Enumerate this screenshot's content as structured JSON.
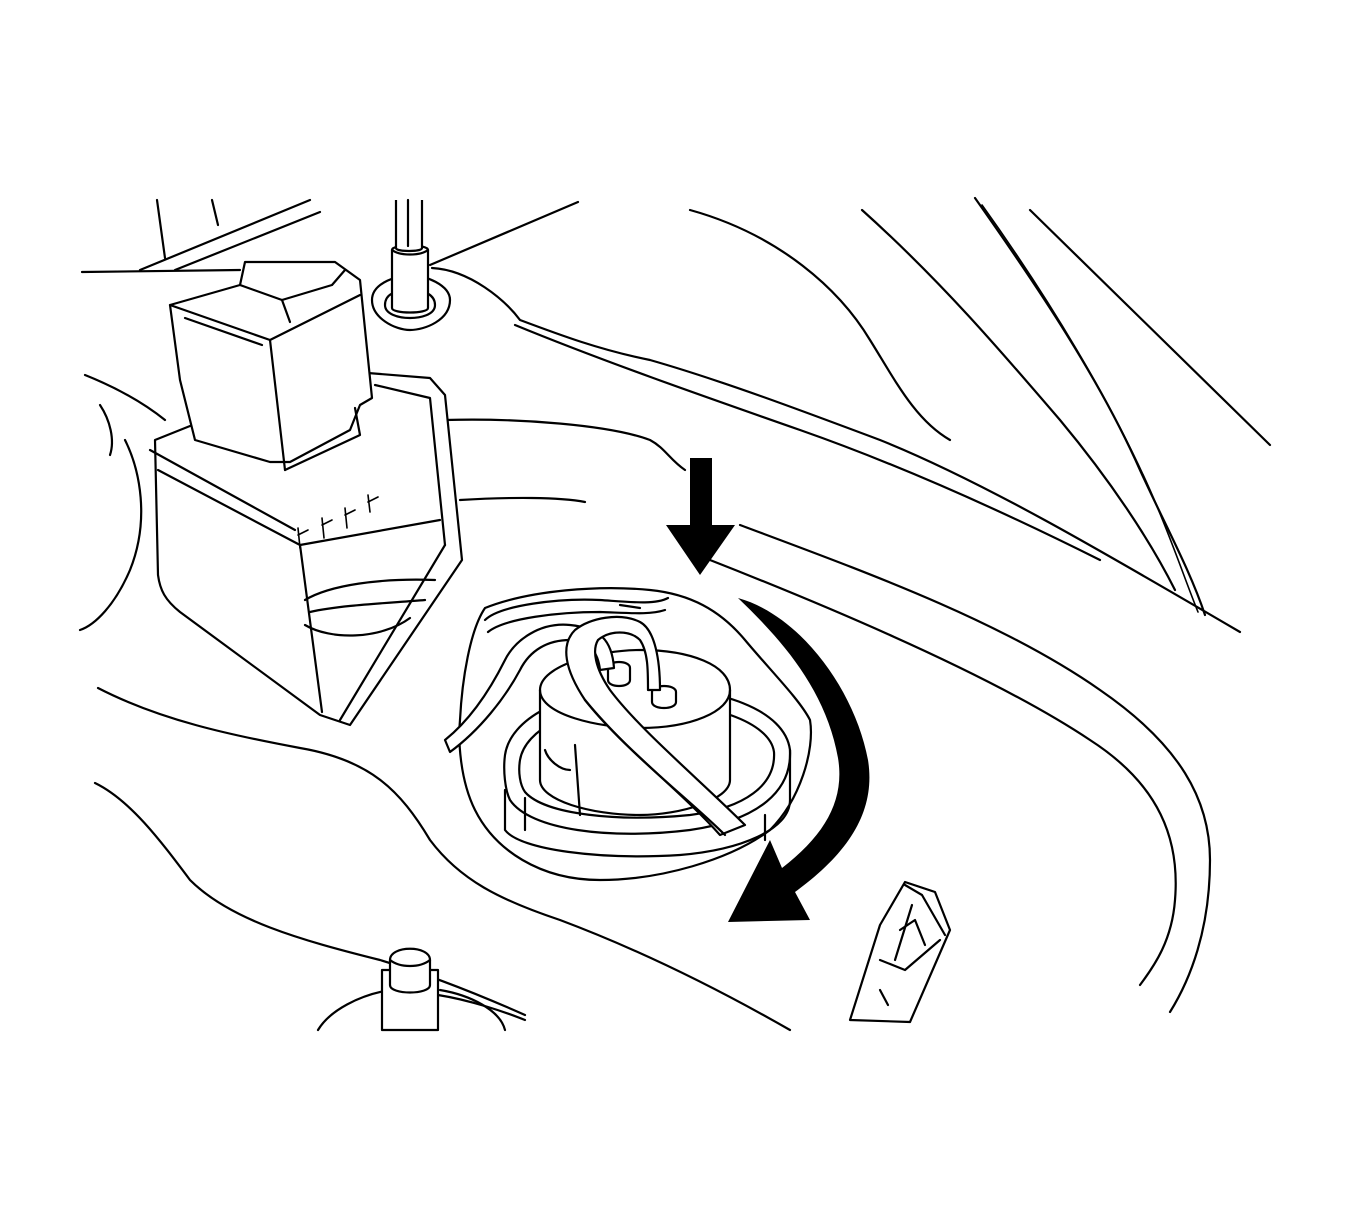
{
  "figure": {
    "kind": "line-art technical illustration",
    "stroke_color": "#000000",
    "background_color": "#ffffff",
    "arrows": [
      {
        "name": "push-down-arrow",
        "meaning": "press down"
      },
      {
        "name": "rotate-counterclockwise-arrow",
        "meaning": "rotate"
      }
    ]
  }
}
